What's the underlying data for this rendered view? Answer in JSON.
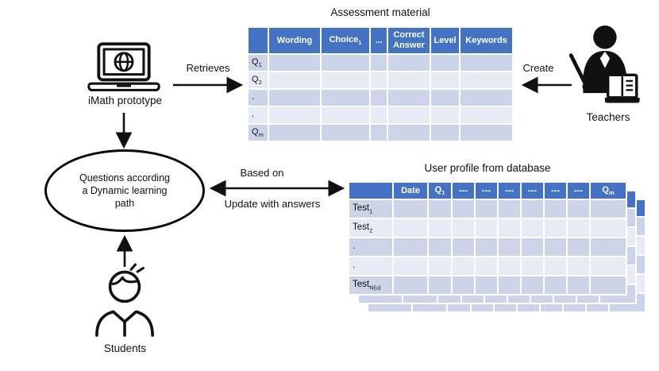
{
  "colors": {
    "header_blue": "#4472C4",
    "band_dark": "#CDD3E8",
    "band_light": "#E9EBF4",
    "line": "#111111",
    "background": "#ffffff"
  },
  "nodes": {
    "imath": {
      "label": "iMath prototype"
    },
    "teachers": {
      "label": "Teachers"
    },
    "students": {
      "label": "Students"
    },
    "dynamic_path": {
      "text": "Questions according\na Dynamic learning\npath"
    }
  },
  "arrows": {
    "retrieves": {
      "label": "Retrieves"
    },
    "create": {
      "label": "Create"
    },
    "based_on": {
      "label": "Based on"
    },
    "update": {
      "label": "Update with answers"
    }
  },
  "assessment_table": {
    "title": "Assessment material",
    "headers": [
      {
        "text": ""
      },
      {
        "text": "Wording"
      },
      {
        "text": "Choice",
        "sub": "1"
      },
      {
        "text": "..."
      },
      {
        "text": "Correct Answer"
      },
      {
        "text": "Level"
      },
      {
        "text": "Keywords"
      }
    ],
    "row_labels": [
      {
        "text": "Q",
        "sub": "1"
      },
      {
        "text": "Q",
        "sub": "2"
      },
      {
        "text": "."
      },
      {
        "text": "."
      },
      {
        "text": "Q",
        "sub": "m"
      }
    ]
  },
  "user_table": {
    "title": "User profile from database",
    "headers": [
      {
        "text": ""
      },
      {
        "text": "Date"
      },
      {
        "text": "Q",
        "sub": "1"
      },
      {
        "text": "---"
      },
      {
        "text": "---"
      },
      {
        "text": "---"
      },
      {
        "text": "---"
      },
      {
        "text": "---"
      },
      {
        "text": "---"
      },
      {
        "text": "Q",
        "sub": "m"
      }
    ],
    "row_labels": [
      {
        "text": "Test",
        "sub": "1"
      },
      {
        "text": "Test",
        "sub": "2"
      },
      {
        "text": "."
      },
      {
        "text": "."
      },
      {
        "text": "Test",
        "sub": "N(u)"
      }
    ],
    "stacked_copies": 2
  }
}
